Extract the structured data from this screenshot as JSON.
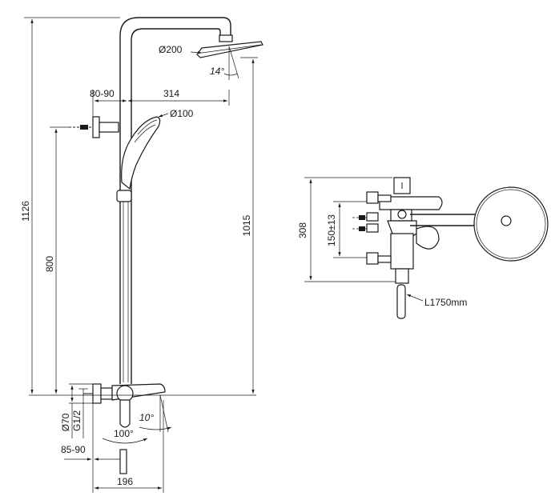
{
  "front_view": {
    "labels": {
      "overall_height": "1126",
      "slide_bar_height": "800",
      "head_height": "1015",
      "wall_offset": "80-90",
      "arm_reach": "314",
      "head_diameter": "Ø200",
      "head_tilt": "14°",
      "hand_shower_diameter": "Ø100",
      "mixer_diameter": "Ø70",
      "thread": "G1/2",
      "spout_swivel": "100°",
      "spout_angle": "10°",
      "spout_wall_offset": "85-90",
      "spout_reach": "196"
    }
  },
  "side_view": {
    "labels": {
      "total_width": "308",
      "inlet_spacing": "150±13",
      "hose_length": "L1750mm"
    }
  }
}
